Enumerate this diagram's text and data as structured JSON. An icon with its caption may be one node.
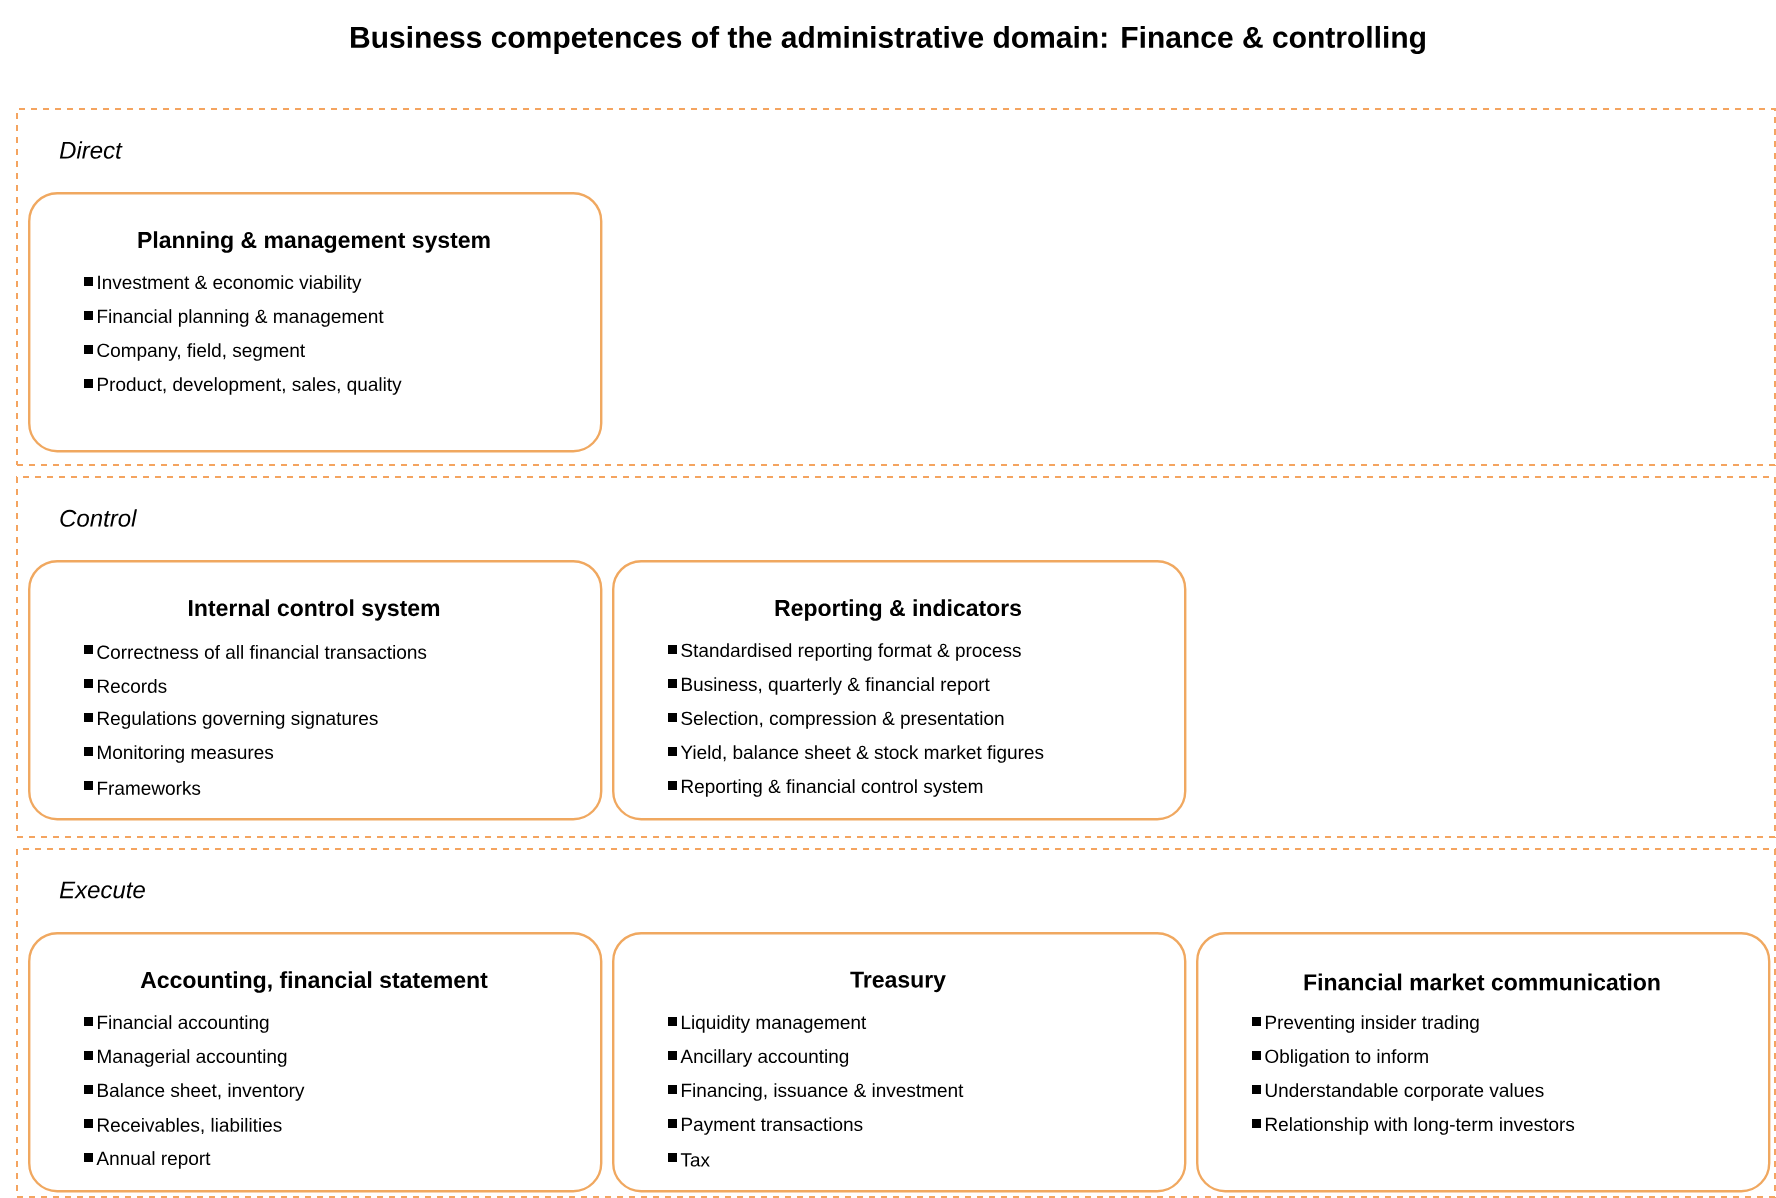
{
  "diagram": {
    "title": "Business competences of the administrative domain: Finance & controlling",
    "nodes": [
      {
        "text": [
          "Direct"
        ]
      },
      {
        "text": [
          "Planning & management system",
          "Investment & economic viability",
          "Financial planning & management",
          "Company, field, segment",
          "Product, development, sales, quality"
        ],
        "in": 0
      },
      {
        "text": [
          "Control"
        ]
      },
      {
        "text": [
          "Internal control system",
          "Correctness of all financial transactions",
          "Records",
          "Regulations governing signatures",
          "Monitoring measures",
          "Frameworks"
        ],
        "in": 2
      },
      {
        "text": [
          "Reporting & indicators",
          "Standardised reporting format & process",
          "Business, quarterly & financial report",
          "Selection, compression & presentation",
          "Yield, balance sheet & stock market figures",
          "Reporting & financial control system"
        ],
        "in": 2
      },
      {
        "text": [
          "Execute"
        ]
      },
      {
        "text": [
          "Accounting, financial statement",
          "Financial accounting",
          "Managerial accounting",
          "Balance sheet, inventory",
          "Receivables, liabilities",
          "Annual report"
        ],
        "in": 5
      },
      {
        "text": [
          "Treasury",
          "Liquidity management",
          "Ancillary accounting",
          "Financing, issuance & investment",
          "Payment transactions",
          "Tax"
        ],
        "in": 5
      },
      {
        "text": [
          "Financial market communication",
          "Preventing insider trading",
          "Obligation to inform",
          "Understandable corporate values",
          "Relationship with long-term investors"
        ],
        "in": 5
      }
    ]
  }
}
